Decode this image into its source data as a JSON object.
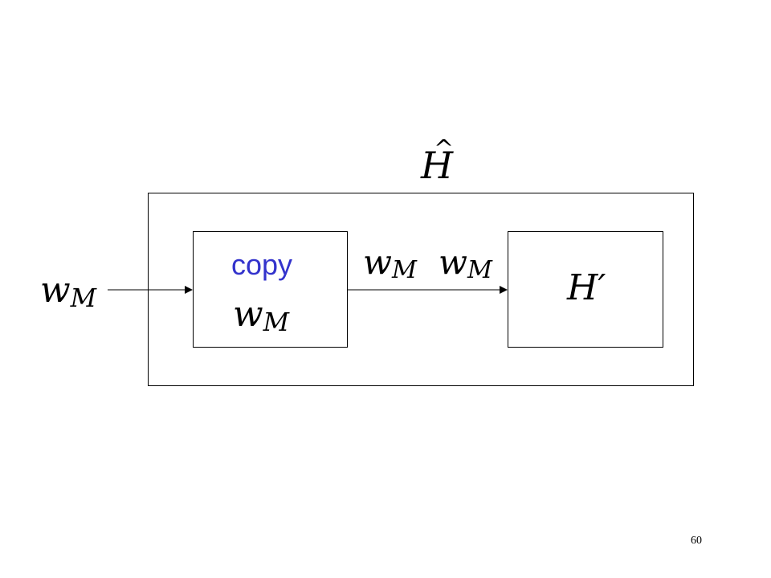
{
  "diagram": {
    "outer_box": {
      "label_main": "H",
      "label_accent": "^"
    },
    "input_label": {
      "base": "w",
      "sub": "M"
    },
    "copy_box": {
      "title": "copy",
      "inner_label": {
        "base": "w",
        "sub": "M"
      }
    },
    "output_labels": [
      {
        "base": "w",
        "sub": "M"
      },
      {
        "base": "w",
        "sub": "M"
      }
    ],
    "h_prime_box": {
      "label": "H′"
    },
    "colors": {
      "copy_text": "#3333cc",
      "lines": "#000000"
    }
  },
  "page_number": "60"
}
